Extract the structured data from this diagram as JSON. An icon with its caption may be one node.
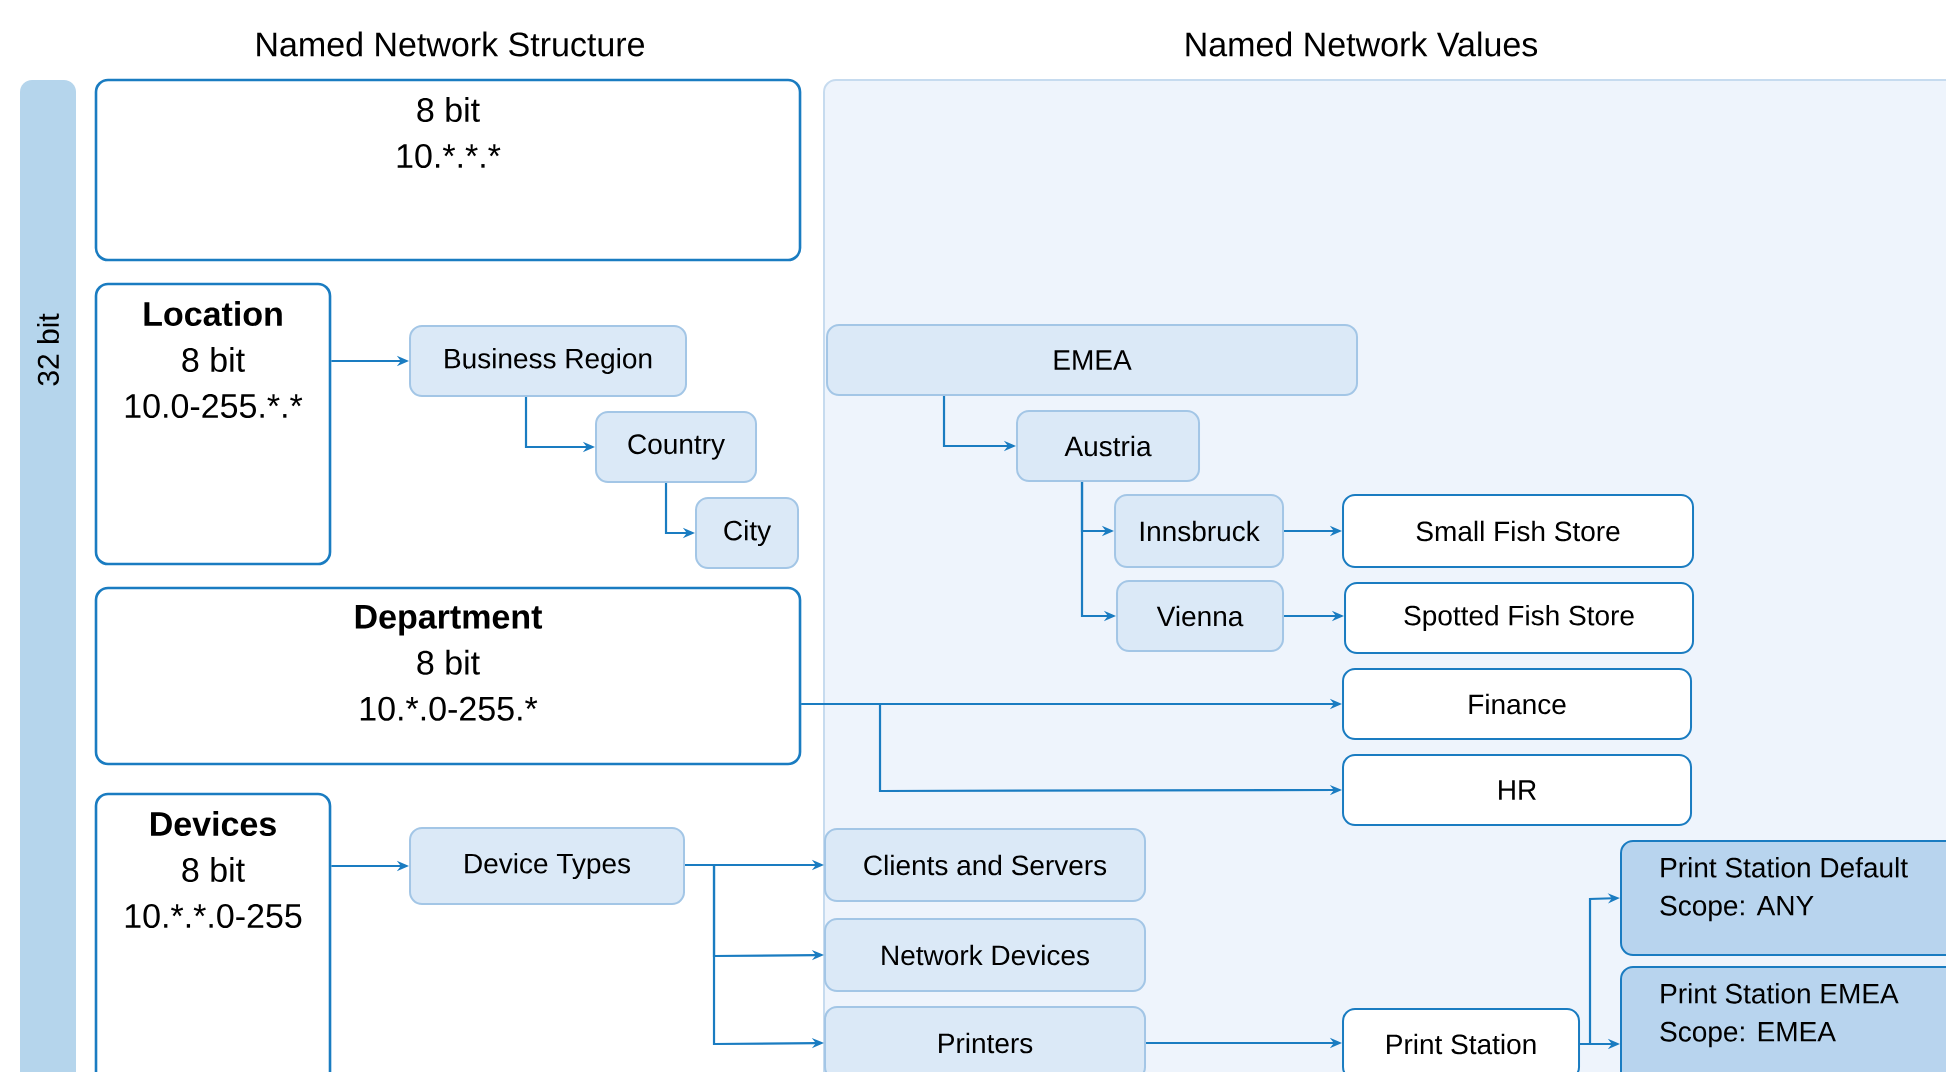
{
  "diagram": {
    "nodes": [
      {
        "text": [
          "32 bit"
        ]
      },
      {
        "text": [
          "Named Network Values"
        ]
      },
      {
        "text": [
          "8 bit",
          "10.*.*.*"
        ]
      },
      {
        "text": [
          "Location",
          "8 bit",
          "10.0-255.*.*"
        ]
      },
      {
        "text": [
          "Business Region"
        ]
      },
      {
        "text": [
          "Country"
        ]
      },
      {
        "text": [
          "City"
        ]
      },
      {
        "text": [
          "Department",
          "8 bit",
          "10.*.0-255.*"
        ]
      },
      {
        "text": [
          "Devices",
          "8 bit",
          "10.*.*.0-255"
        ]
      },
      {
        "text": [
          "Device Types"
        ]
      },
      {
        "text": [
          "EMEA"
        ],
        "in": 1
      },
      {
        "text": [
          "Austria"
        ],
        "in": 1
      },
      {
        "text": [
          "Innsbruck"
        ],
        "in": 1
      },
      {
        "text": [
          "Vienna"
        ],
        "in": 1
      },
      {
        "text": [
          "Small Fish Store"
        ],
        "in": 1
      },
      {
        "text": [
          "Spotted Fish Store"
        ],
        "in": 1
      },
      {
        "text": [
          "Finance"
        ],
        "in": 1
      },
      {
        "text": [
          "HR"
        ],
        "in": 1
      },
      {
        "text": [
          "Clients and Servers"
        ],
        "in": 1
      },
      {
        "text": [
          "Network Devices"
        ],
        "in": 1
      },
      {
        "text": [
          "Printers"
        ],
        "in": 1
      },
      {
        "text": [
          "Print Station"
        ],
        "in": 1
      },
      {
        "text": [
          "Print Station Default",
          "Scope: ANY"
        ],
        "in": 1
      },
      {
        "text": [
          "Print Station EMEA",
          "Scope: EMEA"
        ],
        "in": 1
      }
    ],
    "edges": [
      {
        "from": 3,
        "to": 4,
        "arrow": "to"
      },
      {
        "from": 4,
        "to": 5,
        "arrow": "to"
      },
      {
        "from": 5,
        "to": 6,
        "arrow": "to"
      },
      {
        "from": 10,
        "to": 11,
        "arrow": "to"
      },
      {
        "from": 11,
        "to": 12,
        "arrow": "to"
      },
      {
        "from": 11,
        "to": 13,
        "arrow": "to"
      },
      {
        "from": 12,
        "to": 14,
        "arrow": "to"
      },
      {
        "from": 13,
        "to": 15,
        "arrow": "to"
      },
      {
        "from": 7,
        "to": 16,
        "arrow": "to"
      },
      {
        "from": 7,
        "to": 17,
        "arrow": "to"
      },
      {
        "from": 8,
        "to": 9,
        "arrow": "to"
      },
      {
        "from": 9,
        "to": 18,
        "arrow": "to"
      },
      {
        "from": 9,
        "to": 19,
        "arrow": "to"
      },
      {
        "from": 9,
        "to": 20,
        "arrow": "to"
      },
      {
        "from": 20,
        "to": 21,
        "arrow": "to"
      },
      {
        "from": 21,
        "to": 22,
        "arrow": "to"
      },
      {
        "from": 21,
        "to": 23,
        "arrow": "to"
      }
    ],
    "labels": [
      "Named Network Structure"
    ]
  }
}
